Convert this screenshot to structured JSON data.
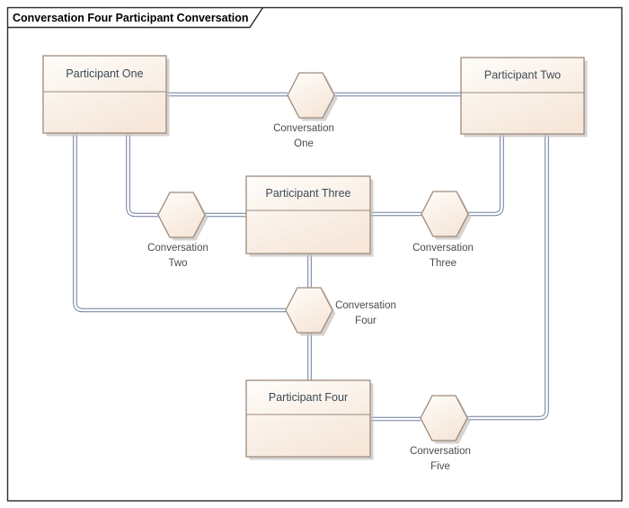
{
  "diagram": {
    "title": "Conversation Four Participant Conversation",
    "type": "BPMN conversation diagram",
    "participants": [
      {
        "label": "Participant One"
      },
      {
        "label": "Participant Two"
      },
      {
        "label": "Participant Three"
      },
      {
        "label": "Participant Four"
      }
    ],
    "conversations": [
      {
        "label": "Conversation One",
        "line1": "Conversation",
        "line2": "One"
      },
      {
        "label": "Conversation Two",
        "line1": "Conversation",
        "line2": "Two"
      },
      {
        "label": "Conversation Three",
        "line1": "Conversation",
        "line2": "Three"
      },
      {
        "label": "Conversation Four",
        "line1": "Conversation",
        "line2": "Four"
      },
      {
        "label": "Conversation Five",
        "line1": "Conversation",
        "line2": "Five"
      }
    ],
    "edges": [
      {
        "conversation": "Conversation One",
        "participants": [
          "Participant One",
          "Participant Two"
        ]
      },
      {
        "conversation": "Conversation Two",
        "participants": [
          "Participant One",
          "Participant Three"
        ]
      },
      {
        "conversation": "Conversation Three",
        "participants": [
          "Participant Three",
          "Participant Two"
        ]
      },
      {
        "conversation": "Conversation Four",
        "participants": [
          "Participant One",
          "Participant Three",
          "Participant Four"
        ]
      },
      {
        "conversation": "Conversation Five",
        "participants": [
          "Participant Four",
          "Participant Two"
        ]
      }
    ],
    "colors": {
      "connector": "#6b7a9d",
      "node_border": "#9d8a7c",
      "node_fill_top": "#fffdfa",
      "node_fill_bottom": "#f6e7da",
      "shadow": "#c9c4c0",
      "participant_text": "#3d4a56",
      "conversation_text": "#4b4b4b",
      "frame_border": "#2b2b2b",
      "background": "#ffffff"
    }
  }
}
